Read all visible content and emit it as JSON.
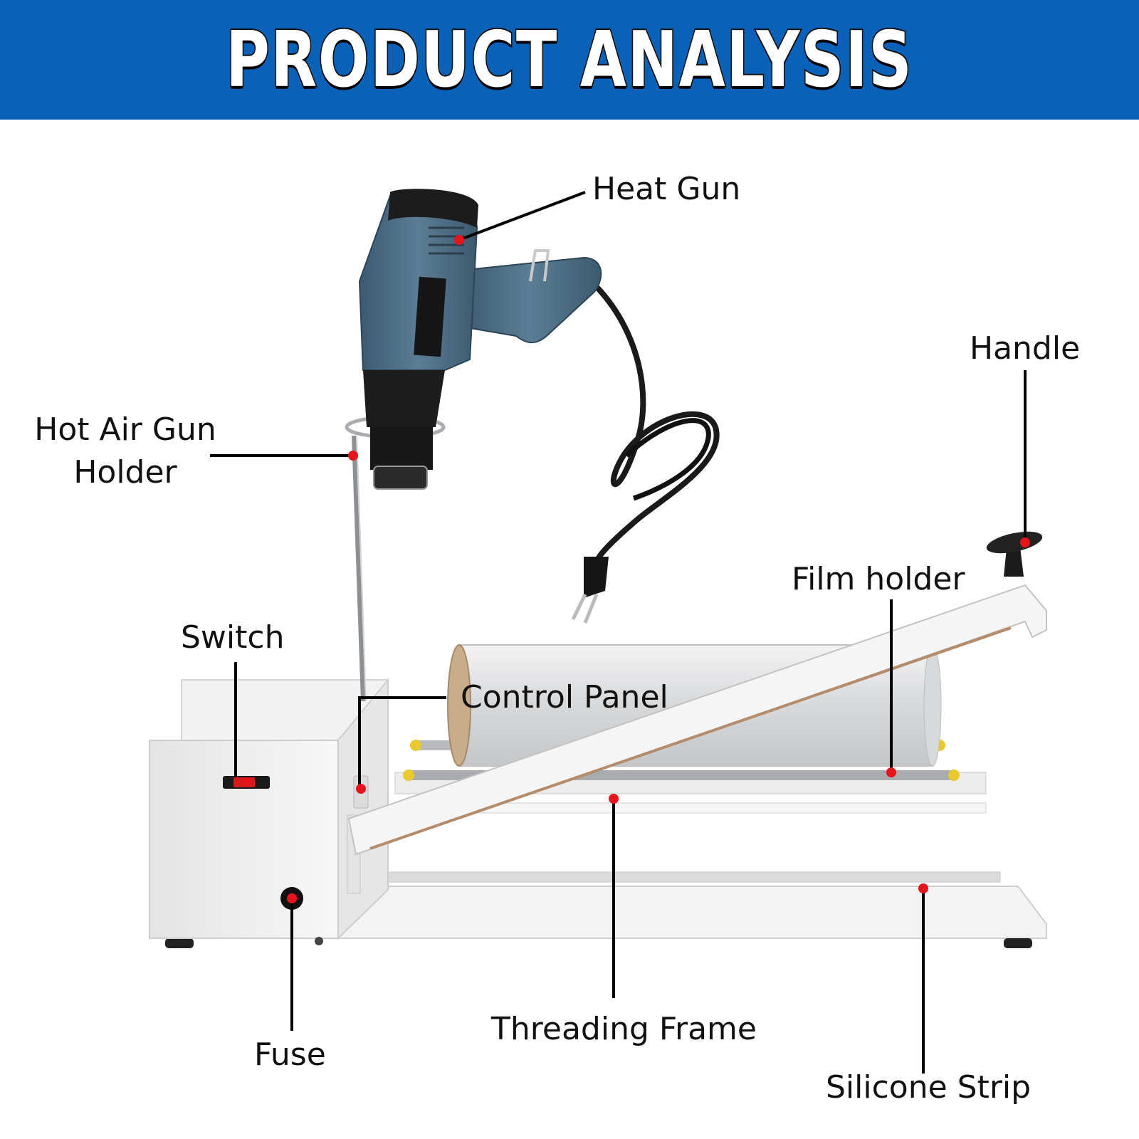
{
  "banner": {
    "title": "PRODUCT ANALYSIS",
    "color": "#0a62b8"
  },
  "callouts": {
    "heat_gun": "Heat Gun",
    "hot_air_gun_holder_1": "Hot Air Gun",
    "hot_air_gun_holder_2": "Holder",
    "handle": "Handle",
    "film_holder": "Film holder",
    "switch": "Switch",
    "control_panel": "Control Panel",
    "fuse": "Fuse",
    "threading_frame": "Threading Frame",
    "silicone_strip": "Silicone Strip"
  },
  "colors": {
    "marker": "#e8141c",
    "leader": "#000000",
    "gun_body": "#4c6d84",
    "machine": "#f0f0f0"
  }
}
